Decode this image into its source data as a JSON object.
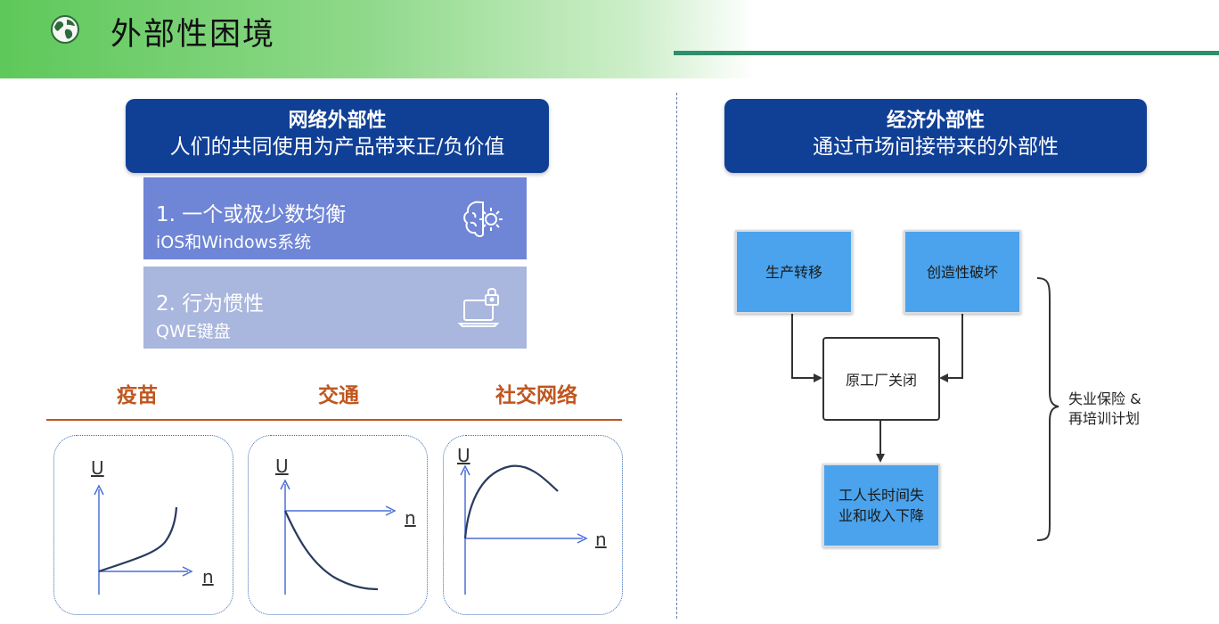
{
  "page": {
    "title": "外部性困境",
    "globe_icon": "globe-icon"
  },
  "left": {
    "header": {
      "title": "网络外部性",
      "subtitle": "人们的共同使用为产品带来正/负价值"
    },
    "items": [
      {
        "line1": "1. 一个或极少数均衡",
        "line2": "iOS和Windows系统",
        "icon": "brain-gear-icon",
        "color": "#6f85d6"
      },
      {
        "line1": "2. 行为惯性",
        "line2": "QWE键盘",
        "icon": "laptop-lock-icon",
        "color": "#a9b6de"
      }
    ],
    "categories": [
      "疫苗",
      "交通",
      "社交网络"
    ],
    "graph_labels": {
      "y": "U",
      "x": "n"
    },
    "accent_color": "#c0561f"
  },
  "right": {
    "header": {
      "title": "经济外部性",
      "subtitle": "通过市场间接带来的外部性"
    },
    "flow": {
      "left_top": "生产转移",
      "right_top": "创造性破坏",
      "center": "原工厂关闭",
      "bottom_line1": "工人长时间失",
      "bottom_line2": "业和收入下降"
    },
    "bracket_note": {
      "line1": "失业保险 &",
      "line2": "再培训计划"
    },
    "box_color": "#4aa3ec",
    "header_color": "#103f96"
  }
}
